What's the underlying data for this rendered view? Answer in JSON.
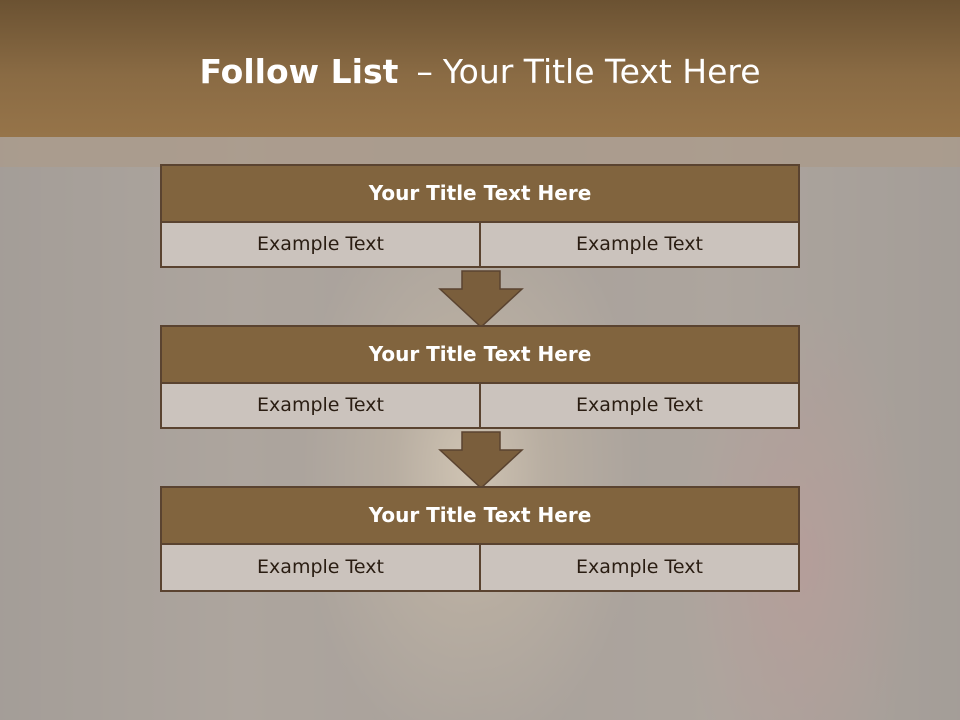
{
  "slide": {
    "title_bold": "Follow List",
    "title_separator": "–",
    "title_rest": "Your Title Text Here"
  },
  "steps": [
    {
      "title": "Your Title Text Here",
      "left": "Example Text",
      "right": "Example Text"
    },
    {
      "title": "Your Title Text Here",
      "left": "Example Text",
      "right": "Example Text"
    },
    {
      "title": "Your Title Text Here",
      "left": "Example Text",
      "right": "Example Text"
    }
  ],
  "colors": {
    "header": "#8a6b44",
    "box_title": "#81643e",
    "box_border": "#5a4330",
    "cell": "#cbc3bd",
    "arrow": "#7a5e3c"
  }
}
